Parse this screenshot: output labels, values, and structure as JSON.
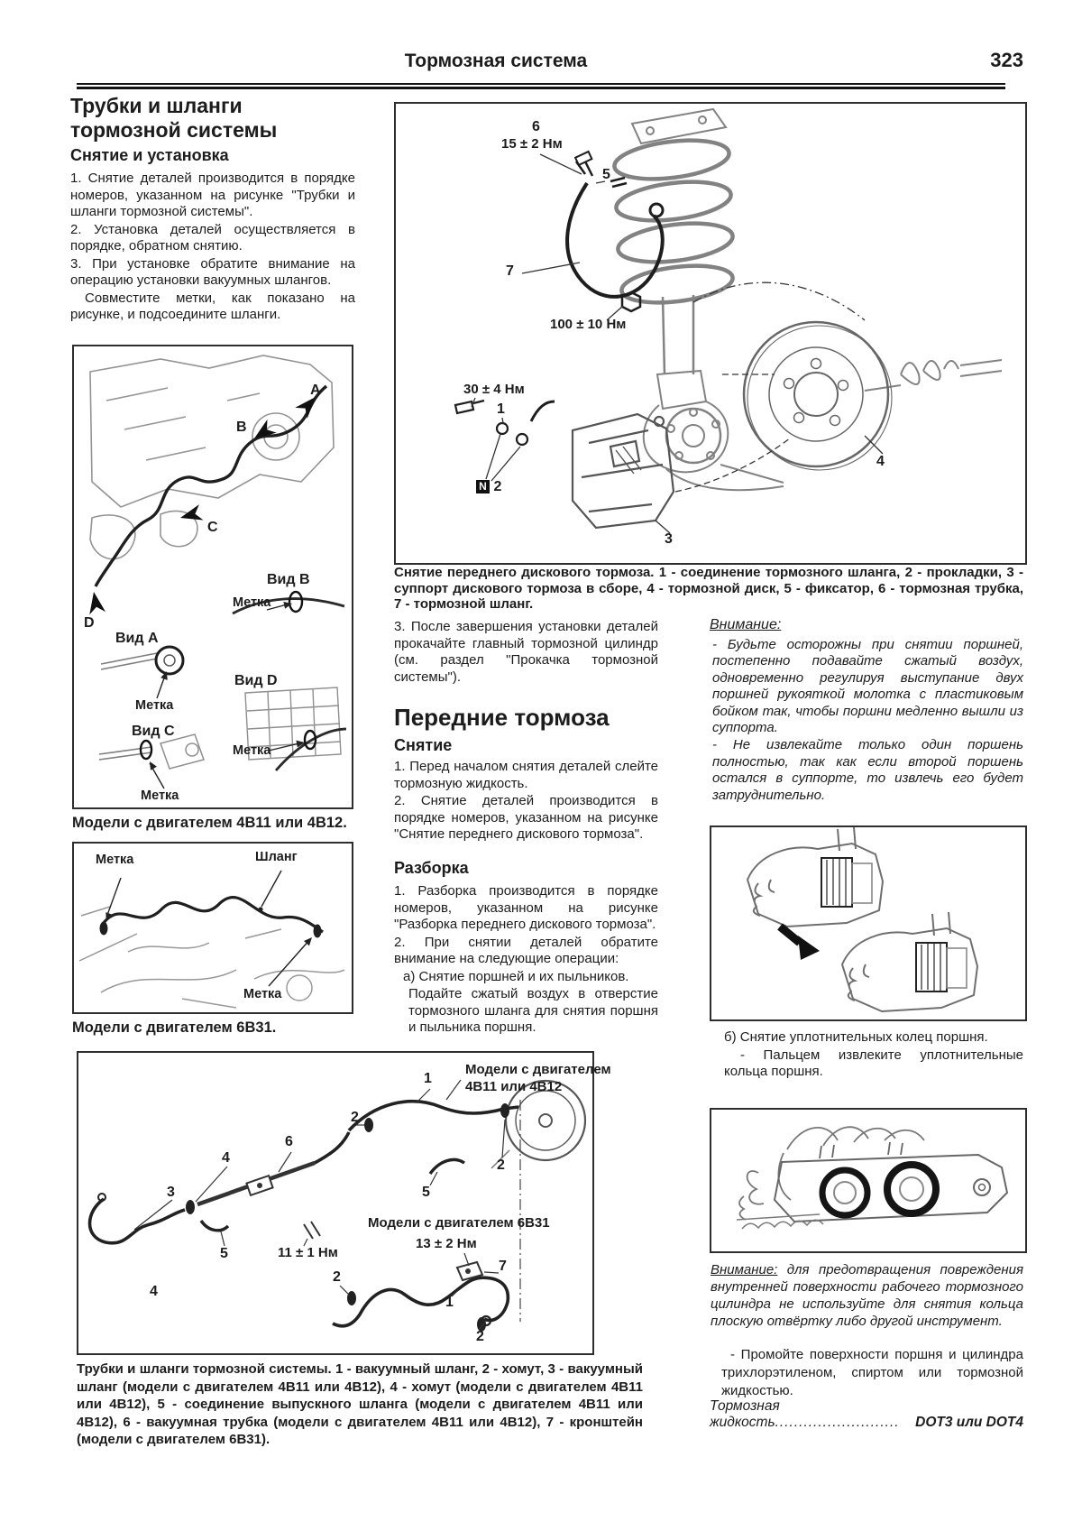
{
  "header": {
    "title": "Тормозная система",
    "page_number": "323"
  },
  "nums": {
    "n1": "1",
    "n2": "2",
    "n3": "3",
    "n4": "4",
    "n5": "5",
    "n6": "6",
    "n7": "7"
  },
  "left": {
    "heading_line1": "Трубки и шланги",
    "heading_line2": "тормозной системы",
    "subheading": "Снятие и установка",
    "p1": "1. Снятие деталей производится в порядке номеров, указанном на рисунке \"Трубки и шланги тормозной системы\".",
    "p2": "2. Установка деталей осуществляется в порядке, обратном снятию.",
    "p3": "3. При установке обратите внимание на операцию установки вакуумных шлангов.",
    "p4": "Совместите метки, как показано на рисунке, и подсоедините шланги."
  },
  "fig_marks": {
    "caption": "Модели с двигателем 4B11 или 4B12.",
    "arrow_a": "A",
    "arrow_b": "B",
    "arrow_c": "C",
    "arrow_d": "D",
    "view_a": "Вид A",
    "view_b": "Вид B",
    "view_c": "Вид C",
    "view_d": "Вид D",
    "mark": "Метка"
  },
  "fig_hose": {
    "caption": "Модели с двигателем 6B31.",
    "mark": "Метка",
    "hose": "Шланг"
  },
  "fig_front": {
    "caption": "Снятие переднего дискового тормоза. 1 - соединение тормозного шланга, 2 - прокладки, 3 - суппорт дискового тормоза в сборе, 4 - тормозной диск, 5 - фиксатор, 6 - тормозная трубка, 7 - тормозной шланг.",
    "torque_tube": "15 ± 2 Нм",
    "torque_hub": "100 ± 10 Нм",
    "torque_banjo": "30 ± 4 Нм",
    "new_part": "N"
  },
  "mid": {
    "p_bleed": "3. После завершения установки деталей прокачайте главный тормозной цилиндр (см. раздел \"Прокачка тормозной системы\").",
    "title": "Передние тормоза",
    "sub_removal": "Снятие",
    "removal_p1": "1. Перед началом снятия деталей слейте тормозную жидкость.",
    "removal_p2": "2. Снятие деталей производится в порядке номеров, указанном на рисунке \"Снятие переднего дискового тормоза\".",
    "sub_disassembly": "Разборка",
    "dis_p1": "1. Разборка производится в порядке номеров, указанном на рисунке \"Разборка переднего дискового тормоза\".",
    "dis_p2": "2. При снятии деталей обратите внимание на следующие операции:",
    "dis_p3": "а) Снятие поршней и их пыльников.",
    "dis_p4": "Подайте сжатый воздух в отверстие тормозного шланга для снятия поршня и пыльника поршня."
  },
  "right": {
    "att1_title": "Внимание:",
    "att1_p1": "- Будьте осторожны при снятии поршней, постепенно подавайте сжатый воздух, одновременно регулируя выступание двух поршней рукояткой молотка с пластиковым бойком так, чтобы поршни медленно вышли из суппорта.",
    "att1_p2": "- Не извлекайте только один поршень полностью, так как если второй поршень остался в суппорте, то извлечь его будет затруднительно.",
    "pb1": "б) Снятие уплотнительных колец поршня.",
    "pb2": "- Пальцем извлеките уплотнительные кольца поршня.",
    "att2_title": "Внимание:",
    "att2_text": "для предотвращения повреждения внутренней поверхности рабочего тормозного цилиндра не используйте для снятия кольца плоскую отвёртку либо другой инструмент.",
    "wash": "- Промойте поверхности поршня и цилиндра трихлорэтиленом, спиртом или тормозной жидкостью.",
    "fluid_line1": "Тормозная",
    "fluid_line2": "жидкость",
    "fluid_dots": "..........................",
    "fluid_value": "DOT3 или DOT4"
  },
  "fig_vac": {
    "caption": "Трубки и шланги тормозной системы. 1 - вакуумный шланг, 2 - хомут, 3 - вакуумный шланг (модели с двигателем 4B11 или 4B12), 4 - хомут (модели с двигателем 4B11 или 4B12), 5 - соединение выпускного шланга (модели с двигателем 4B11 или 4B12), 6 - вакуумная трубка (модели с двигателем 4B11 или 4B12), 7 - кронштейн (модели с двигателем 6B31).",
    "model_4b11_l1": "Модели с двигателем",
    "model_4b11_l2": "4B11 или 4B12",
    "model_6b31": "Модели с двигателем 6B31",
    "torque_11": "11 ± 1 Нм",
    "torque_13": "13 ± 2 Нм"
  }
}
